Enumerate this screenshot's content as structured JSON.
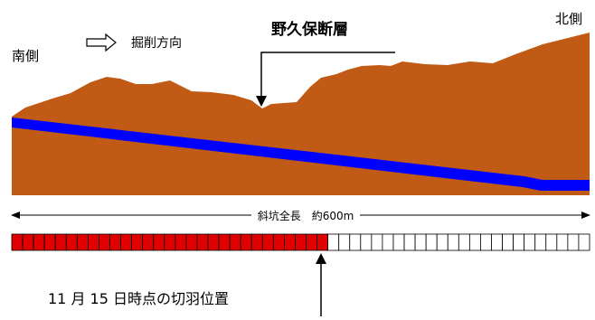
{
  "labels": {
    "south": "南側",
    "north": "北側",
    "excavation_direction": "掘削方向",
    "fault": "野久保断層",
    "total_length": "斜坑全長　約600m",
    "current_position": "11 月 15 日時点の切羽位置"
  },
  "progress": {
    "segments_total": 53,
    "segments_done": 29,
    "done_color": "#e00000",
    "remaining_color": "#ffffff"
  },
  "colors": {
    "ground": "#c15a14",
    "tunnel": "#0000ff",
    "line": "#000000"
  }
}
